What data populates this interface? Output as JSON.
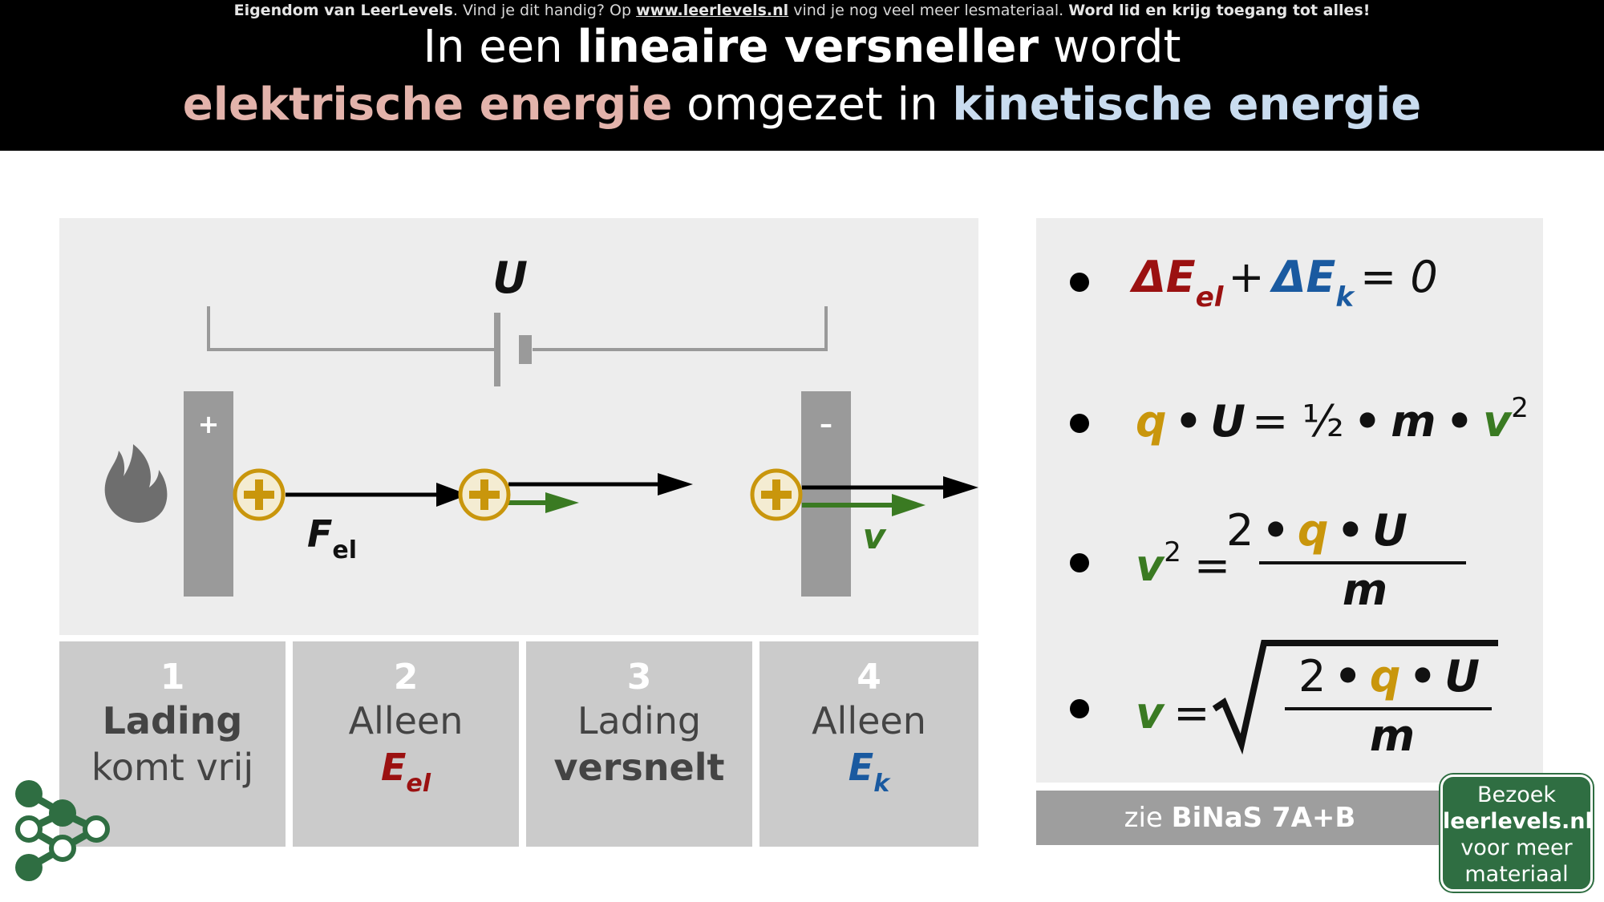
{
  "header": {
    "notice": {
      "owner": "Eigendom van LeerLevels",
      "mid1": ". Vind je dit handig? Op ",
      "link": "www.leerlevels.nl",
      "mid2": " vind je nog veel meer lesmateriaal. ",
      "cta": "Word lid en krijg toegang tot alles!"
    },
    "title_line1": {
      "a": "In een ",
      "b": "lineaire versneller",
      "c": " wordt"
    },
    "title_line2": {
      "a": "elektrische energie",
      "b": " omgezet in ",
      "c": "kinetische energie"
    }
  },
  "diagram": {
    "voltage_label": "U",
    "plus_sign": "+",
    "minus_sign": "–",
    "force_label": "F",
    "force_sub": "el",
    "velocity_label": "v"
  },
  "steps": [
    {
      "num": "1",
      "line1": "Lading",
      "line2": "komt vrij"
    },
    {
      "num": "2",
      "line1": "Alleen",
      "line2_main": "E",
      "line2_sub": "el"
    },
    {
      "num": "3",
      "line1": "Lading",
      "line2": "versnelt"
    },
    {
      "num": "4",
      "line1": "Alleen",
      "line2_main": "E",
      "line2_sub": "k"
    }
  ],
  "formulas": {
    "f1": {
      "dEel": "ΔE",
      "el_sub": "el",
      "plus": "+",
      "dEk": "ΔE",
      "k_sub": "k",
      "rest": "= 0"
    },
    "f2": {
      "q": "q",
      "dot": "•",
      "U": "U",
      "eq": "= ½",
      "m": "m",
      "v": "v",
      "sq": "2"
    },
    "f3": {
      "v": "v",
      "sq": "2",
      "eq": "=",
      "two": "2",
      "q": "q",
      "U": "U",
      "m": "m",
      "dot": "•"
    },
    "f4": {
      "v": "v",
      "eq": "=",
      "two": "2",
      "q": "q",
      "U": "U",
      "m": "m",
      "dot": "•"
    }
  },
  "binas": {
    "prefix": "zie ",
    "ref": "BiNaS 7A+B"
  },
  "visit": {
    "l1": "Bezoek",
    "l2": "leerlevels.nl",
    "l3": "voor meer",
    "l4": "materiaal"
  },
  "colors": {
    "electric": "#9b1111",
    "kinetic": "#1a5aa0",
    "charge": "#c9960c",
    "velocity": "#3a7a22",
    "brand": "#2f6e42"
  }
}
